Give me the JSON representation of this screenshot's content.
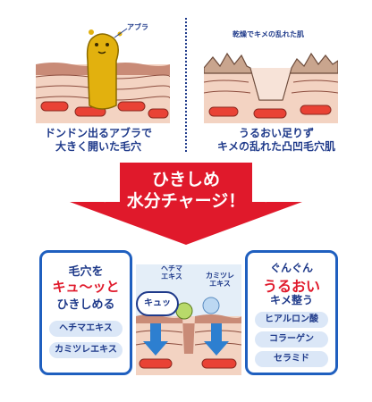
{
  "top": {
    "left": {
      "label": "アブラ",
      "caption_line1": "ドンドン出るアブラで",
      "caption_line2": "大きく開いた毛穴"
    },
    "right": {
      "label": "乾燥でキメの乱れた肌",
      "caption_line1": "うるおい足りず",
      "caption_line2": "キメの乱れた凸凹毛穴肌"
    }
  },
  "banner": {
    "line1": "ひきしめ",
    "line2": "水分チャージ！",
    "color": "#e0192b"
  },
  "left_card": {
    "line1": "毛穴を",
    "line2": "キュ〜ッと",
    "line3": "ひきしめる",
    "pills": [
      "ヘチマエキス",
      "カミツレエキス"
    ]
  },
  "center": {
    "bubble": "キュッ",
    "label_left_1": "ヘチマ",
    "label_left_2": "エキス",
    "label_right_1": "カミツレ",
    "label_right_2": "エキス"
  },
  "right_card": {
    "line1": "ぐんぐん",
    "line2": "うるおい",
    "line3": "キメ整う",
    "pills": [
      "ヒアルロン酸",
      "コラーゲン",
      "セラミド"
    ]
  },
  "colors": {
    "navy": "#1f3a8a",
    "red": "#e0192b",
    "skin": "#e7b9a3",
    "oil": "#e2b10e",
    "blue_arrow": "#2d7fd0"
  }
}
